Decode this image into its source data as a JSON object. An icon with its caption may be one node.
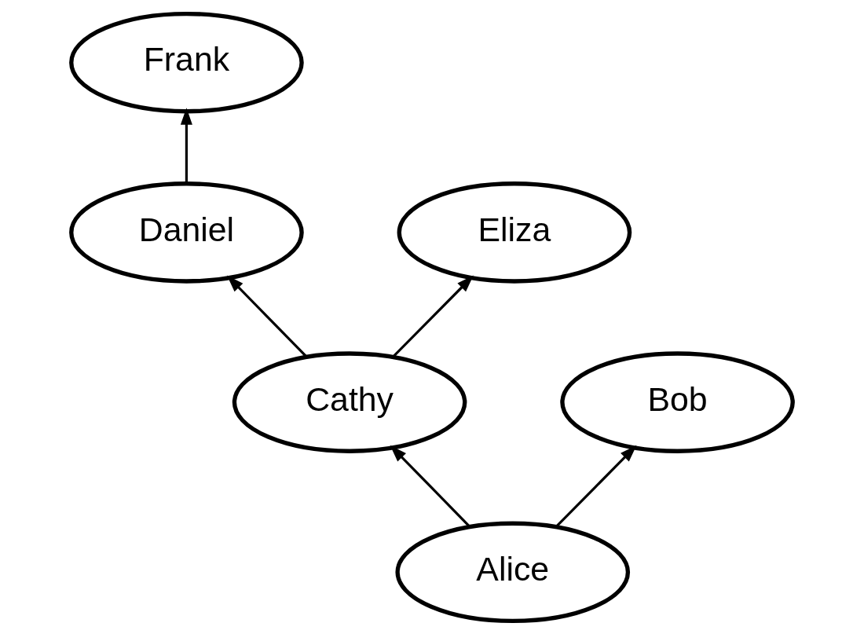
{
  "diagram": {
    "nodes": [
      {
        "text": [
          "Frank"
        ]
      },
      {
        "text": [
          "Daniel"
        ]
      },
      {
        "text": [
          "Eliza"
        ]
      },
      {
        "text": [
          "Cathy"
        ]
      },
      {
        "text": [
          "Bob"
        ]
      },
      {
        "text": [
          "Alice"
        ]
      }
    ],
    "edges": [
      {
        "from": 5,
        "to": 4,
        "arrow": "to"
      },
      {
        "from": 5,
        "to": 3,
        "arrow": "to"
      },
      {
        "from": 3,
        "to": 2,
        "arrow": "to"
      },
      {
        "from": 3,
        "to": 1,
        "arrow": "to"
      },
      {
        "from": 1,
        "to": 0,
        "arrow": "to"
      }
    ]
  }
}
